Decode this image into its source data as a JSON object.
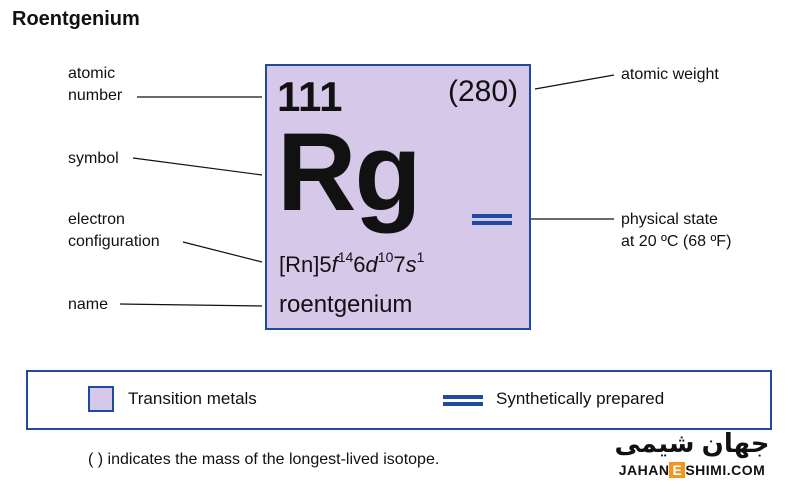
{
  "title": "Roentgenium",
  "element": {
    "atomic_number": "111",
    "atomic_weight": "(280)",
    "symbol": "Rg",
    "config_core": "[Rn]5",
    "config_f": "f",
    "config_f_exp": "14",
    "config_6": "6",
    "config_d": "d",
    "config_d_exp": "10",
    "config_7": "7",
    "config_s": "s",
    "config_s_exp": "1",
    "name": "roentgenium"
  },
  "callouts": {
    "atomic_number_1": "atomic",
    "atomic_number_2": "number",
    "symbol": "symbol",
    "electron_config_1": "electron",
    "electron_config_2": "configuration",
    "name": "name",
    "atomic_weight": "atomic weight",
    "physical_state_1": "physical state",
    "physical_state_2": "at 20 ºC (68 ºF)"
  },
  "legend": {
    "category": "Transition metals",
    "state": "Synthetically prepared"
  },
  "footnote": "( ) indicates the mass of the longest-lived isotope.",
  "logo": {
    "persian": "جهان شیمی",
    "english_left": "JAHAN",
    "english_e": "E",
    "english_right": "SHIMI.COM"
  },
  "colors": {
    "tile_fill": "#d6c8e8",
    "border_blue": "#1e4aa0"
  }
}
